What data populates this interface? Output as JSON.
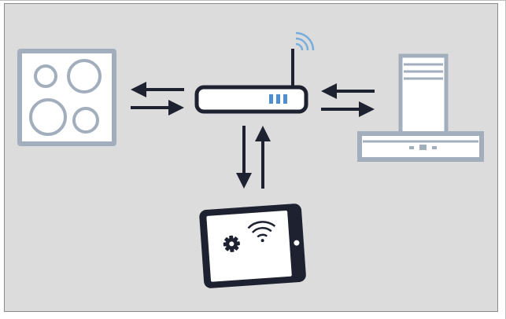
{
  "diagram": {
    "nodes": [
      {
        "id": "cooktop",
        "icon": "cooktop-icon"
      },
      {
        "id": "router",
        "icon": "router-icon"
      },
      {
        "id": "range-hood",
        "icon": "range-hood-icon"
      },
      {
        "id": "tablet",
        "icon": "tablet-icon"
      }
    ],
    "connections": [
      {
        "between": [
          "cooktop",
          "router"
        ],
        "direction": "bidirectional"
      },
      {
        "between": [
          "router",
          "range-hood"
        ],
        "direction": "bidirectional"
      },
      {
        "between": [
          "router",
          "tablet"
        ],
        "direction": "bidirectional"
      }
    ],
    "tablet_screen_icons": [
      "gear-icon",
      "wifi-icon"
    ],
    "router_signal_icon": "wifi-signal-icon"
  },
  "colors": {
    "background": "#dcdcdc",
    "appliance_outline": "#a3aebd",
    "appliance_fill": "#ffffff",
    "device_dark": "#1e2230",
    "arrow": "#1e2230",
    "router_lights": "#4f8fcf",
    "signal": "#7aaedc"
  }
}
